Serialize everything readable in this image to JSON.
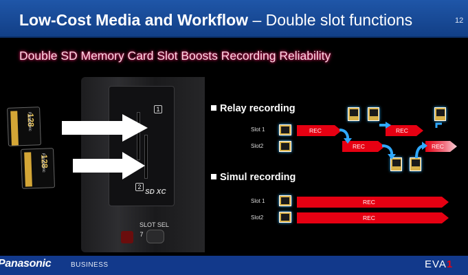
{
  "header": {
    "title_bold": "Low-Cost Media and Workflow",
    "title_rest": "– Double slot functions",
    "page_number": "12"
  },
  "subtitle": "Double SD Memory Card Slot Boosts Recording Reliability",
  "camera": {
    "slot_1_number": "1",
    "slot_2_number": "2",
    "sdxc_mark": "SD XC",
    "slot_sel_label": "SLOT SEL",
    "button_number": "7"
  },
  "sd_cards": [
    {
      "capacity": "128",
      "brand": "Panasonic"
    },
    {
      "capacity": "128",
      "brand": "Panasonic"
    }
  ],
  "relay": {
    "heading": "Relay recording",
    "slot1_label": "Slot 1",
    "slot2_label": "Slot2",
    "rec": "REC"
  },
  "simul": {
    "heading": "Simul recording",
    "slot1_label": "Slot 1",
    "slot2_label": "Slot2",
    "rec": "REC"
  },
  "footer": {
    "brand": "Panasonic",
    "business": "BUSINESS",
    "product_prefix": "EVA",
    "product_suffix": "1"
  },
  "colors": {
    "header_blue": "#1f56a8",
    "footer_blue": "#12398b",
    "rec_red": "#e60012",
    "subtitle_glow": "#e0246a",
    "card_glow": "#35b6ff"
  }
}
